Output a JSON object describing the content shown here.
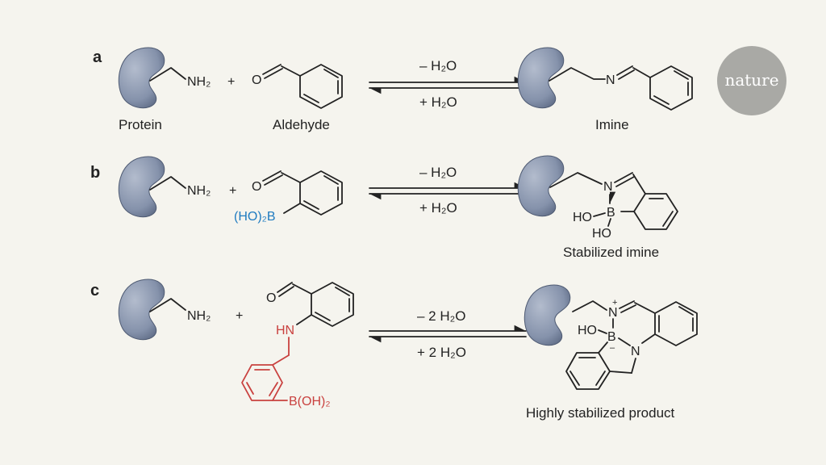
{
  "panels": {
    "a": "a",
    "b": "b",
    "c": "c"
  },
  "labels": {
    "protein": "Protein",
    "aldehyde": "Aldehyde",
    "imine": "Imine",
    "stabilized_imine": "Stabilized imine",
    "highly_stabilized_product": "Highly stabilized product"
  },
  "atoms": {
    "nh2": "NH₂",
    "o": "O",
    "n": "N",
    "plus": "+",
    "ho2b": "(HO)₂B",
    "ho": "HO",
    "b": "B",
    "hn": "HN",
    "boh2": "B(OH)₂",
    "n_plus": "+",
    "b_minus": "–"
  },
  "arrows": {
    "a_forward": "– H₂O",
    "a_reverse": "+ H₂O",
    "b_forward": "– H₂O",
    "b_reverse": "+ H₂O",
    "c_forward": "– 2 H₂O",
    "c_reverse": "+ 2 H₂O"
  },
  "logo": "nature",
  "colors": {
    "background": "#f5f4ee",
    "protein": "#8592ab",
    "boronic_blue": "#1f7bc0",
    "linker_red": "#c9413f",
    "logo_gray": "#a9a9a5"
  }
}
